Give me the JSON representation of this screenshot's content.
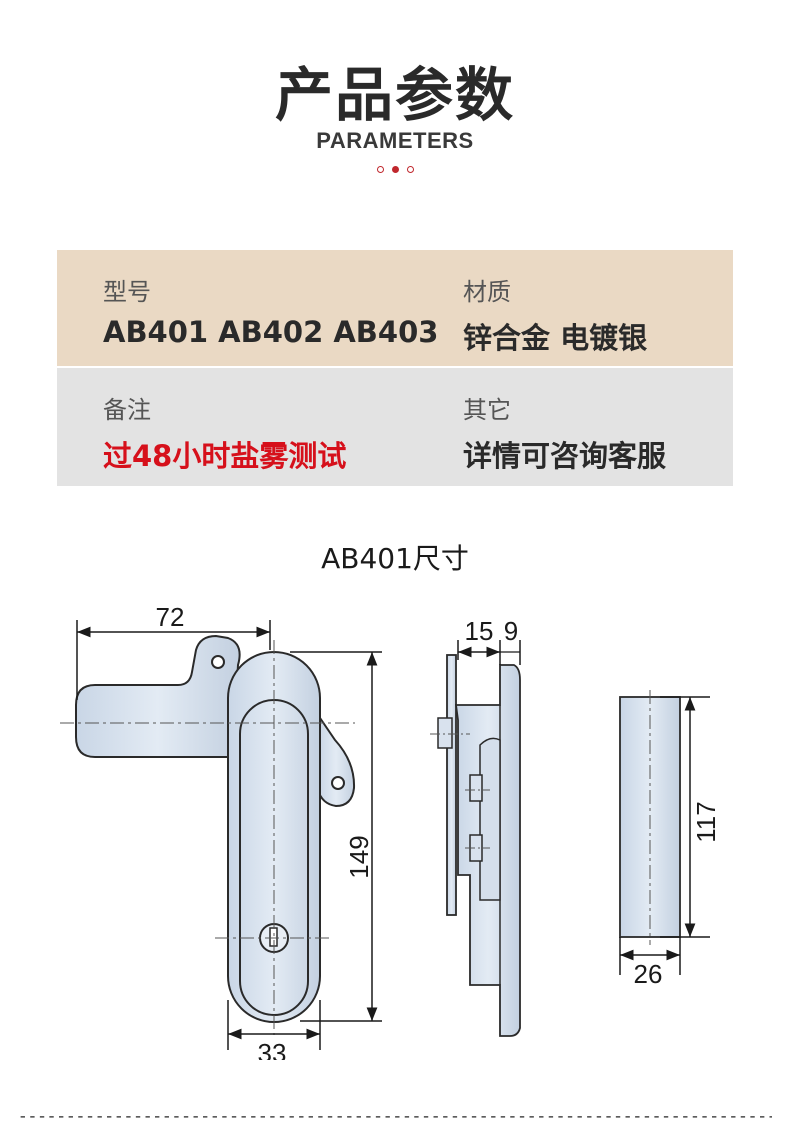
{
  "header": {
    "title": "产品参数",
    "subtitle": "PARAMETERS"
  },
  "accent_color": "#c0272d",
  "params": {
    "model_label": "型号",
    "model_value": "AB401 AB402 AB403",
    "material_label": "材质",
    "material_value": "锌合金 电镀银",
    "note_label": "备注",
    "note_value": "过48小时盐雾测试",
    "other_label": "其它",
    "other_value": "详情可咨询客服"
  },
  "drawing": {
    "title": "AB401尺寸",
    "dimensions": {
      "width_72": "72",
      "height_149": "149",
      "width_33": "33",
      "depth_15": "15",
      "depth_9": "9",
      "height_117": "117",
      "width_26": "26"
    }
  },
  "footer": {
    "dashes": "----------------------------------------------------------------------------------------------"
  }
}
